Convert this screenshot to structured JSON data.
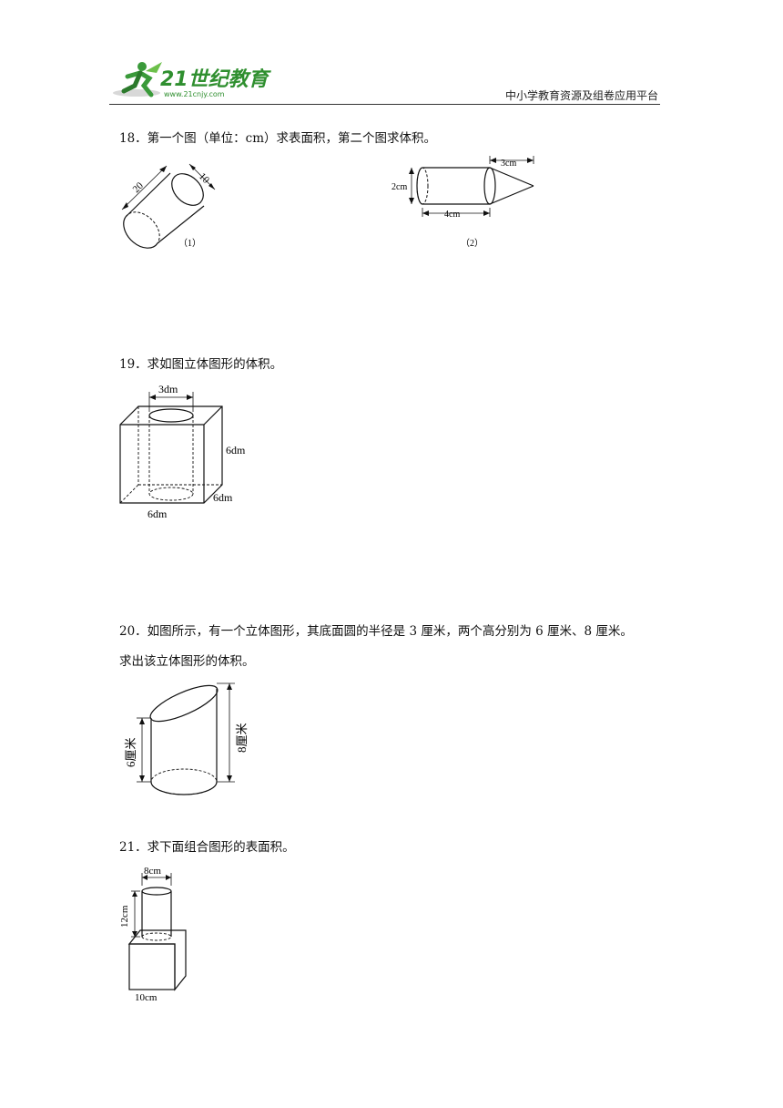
{
  "header": {
    "logo_text": "21世纪教育",
    "logo_url": "www.21cnjy.com",
    "platform": "中小学教育资源及组卷应用平台"
  },
  "q18": {
    "text": "18．第一个图（单位：cm）求表面积，第二个图求体积。",
    "fig1": {
      "length": "20",
      "diameter": "10",
      "caption": "（1）"
    },
    "fig2": {
      "height": "2cm",
      "cyl_len": "4cm",
      "cone_len": "3cm",
      "caption": "（2）"
    }
  },
  "q19": {
    "text": "19．求如图立体图形的体积。",
    "fig": {
      "hole": "3dm",
      "height": "6dm",
      "depth": "6dm",
      "width": "6dm"
    }
  },
  "q20": {
    "line1": "20．如图所示，有一个立体图形，其底面圆的半径是 3 厘米，两个高分别为 6 厘米、8 厘米。",
    "line2": "求出该立体图形的体积。",
    "fig": {
      "h1": "6厘米",
      "h2": "8厘米"
    }
  },
  "q21": {
    "text": "21．求下面组合图形的表面积。",
    "fig": {
      "diameter": "8cm",
      "height": "12cm",
      "cube": "10cm"
    }
  }
}
